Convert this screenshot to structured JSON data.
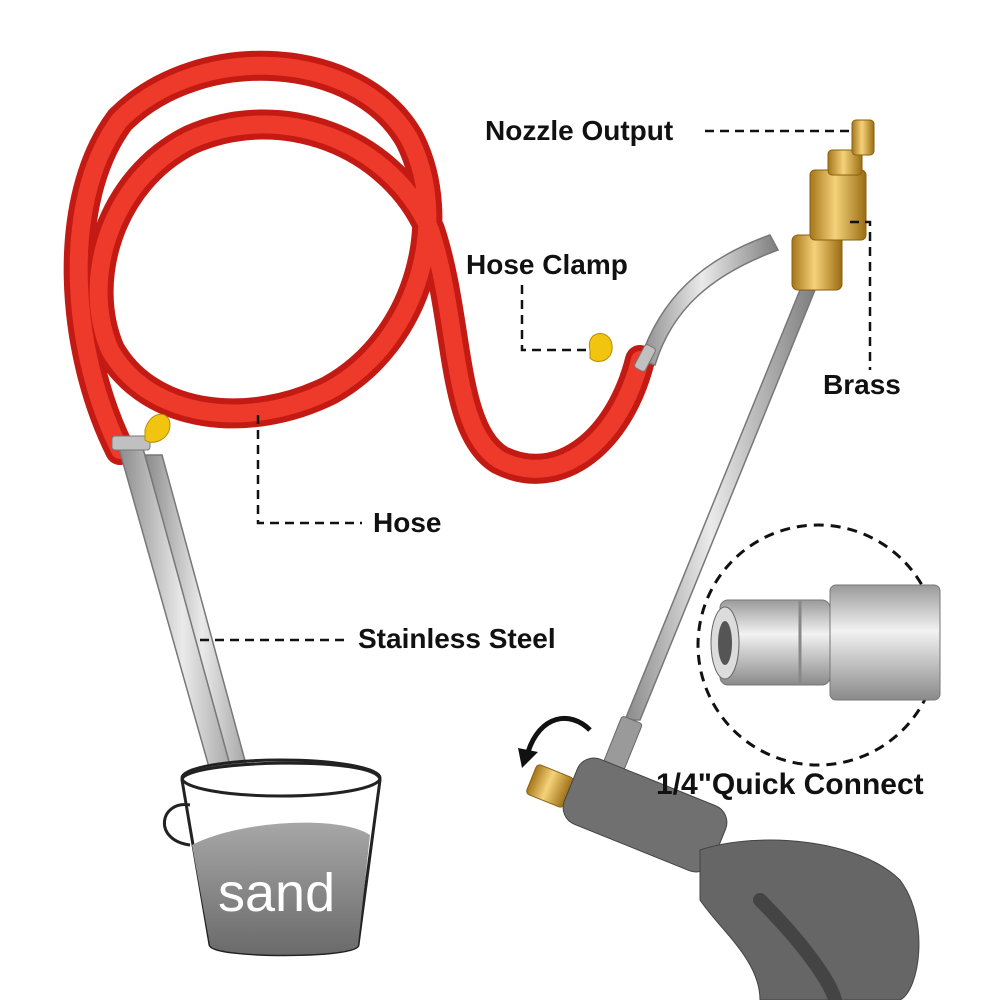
{
  "labels": {
    "nozzle_output": "Nozzle Output",
    "hose_clamp": "Hose Clamp",
    "brass": "Brass",
    "hose": "Hose",
    "stainless_steel": "Stainless Steel",
    "quick_connect": "1/4\"Quick Connect",
    "sand": "sand"
  },
  "colors": {
    "hose": "#e8231c",
    "steel": "#b8b8b8",
    "brass": "#d8a93a",
    "clamp_handle": "#f1c40f",
    "bucket_sand": "#8c8c8c",
    "gun_body": "#6e6e6e"
  },
  "icons": [
    "rotate-arrow-icon"
  ]
}
